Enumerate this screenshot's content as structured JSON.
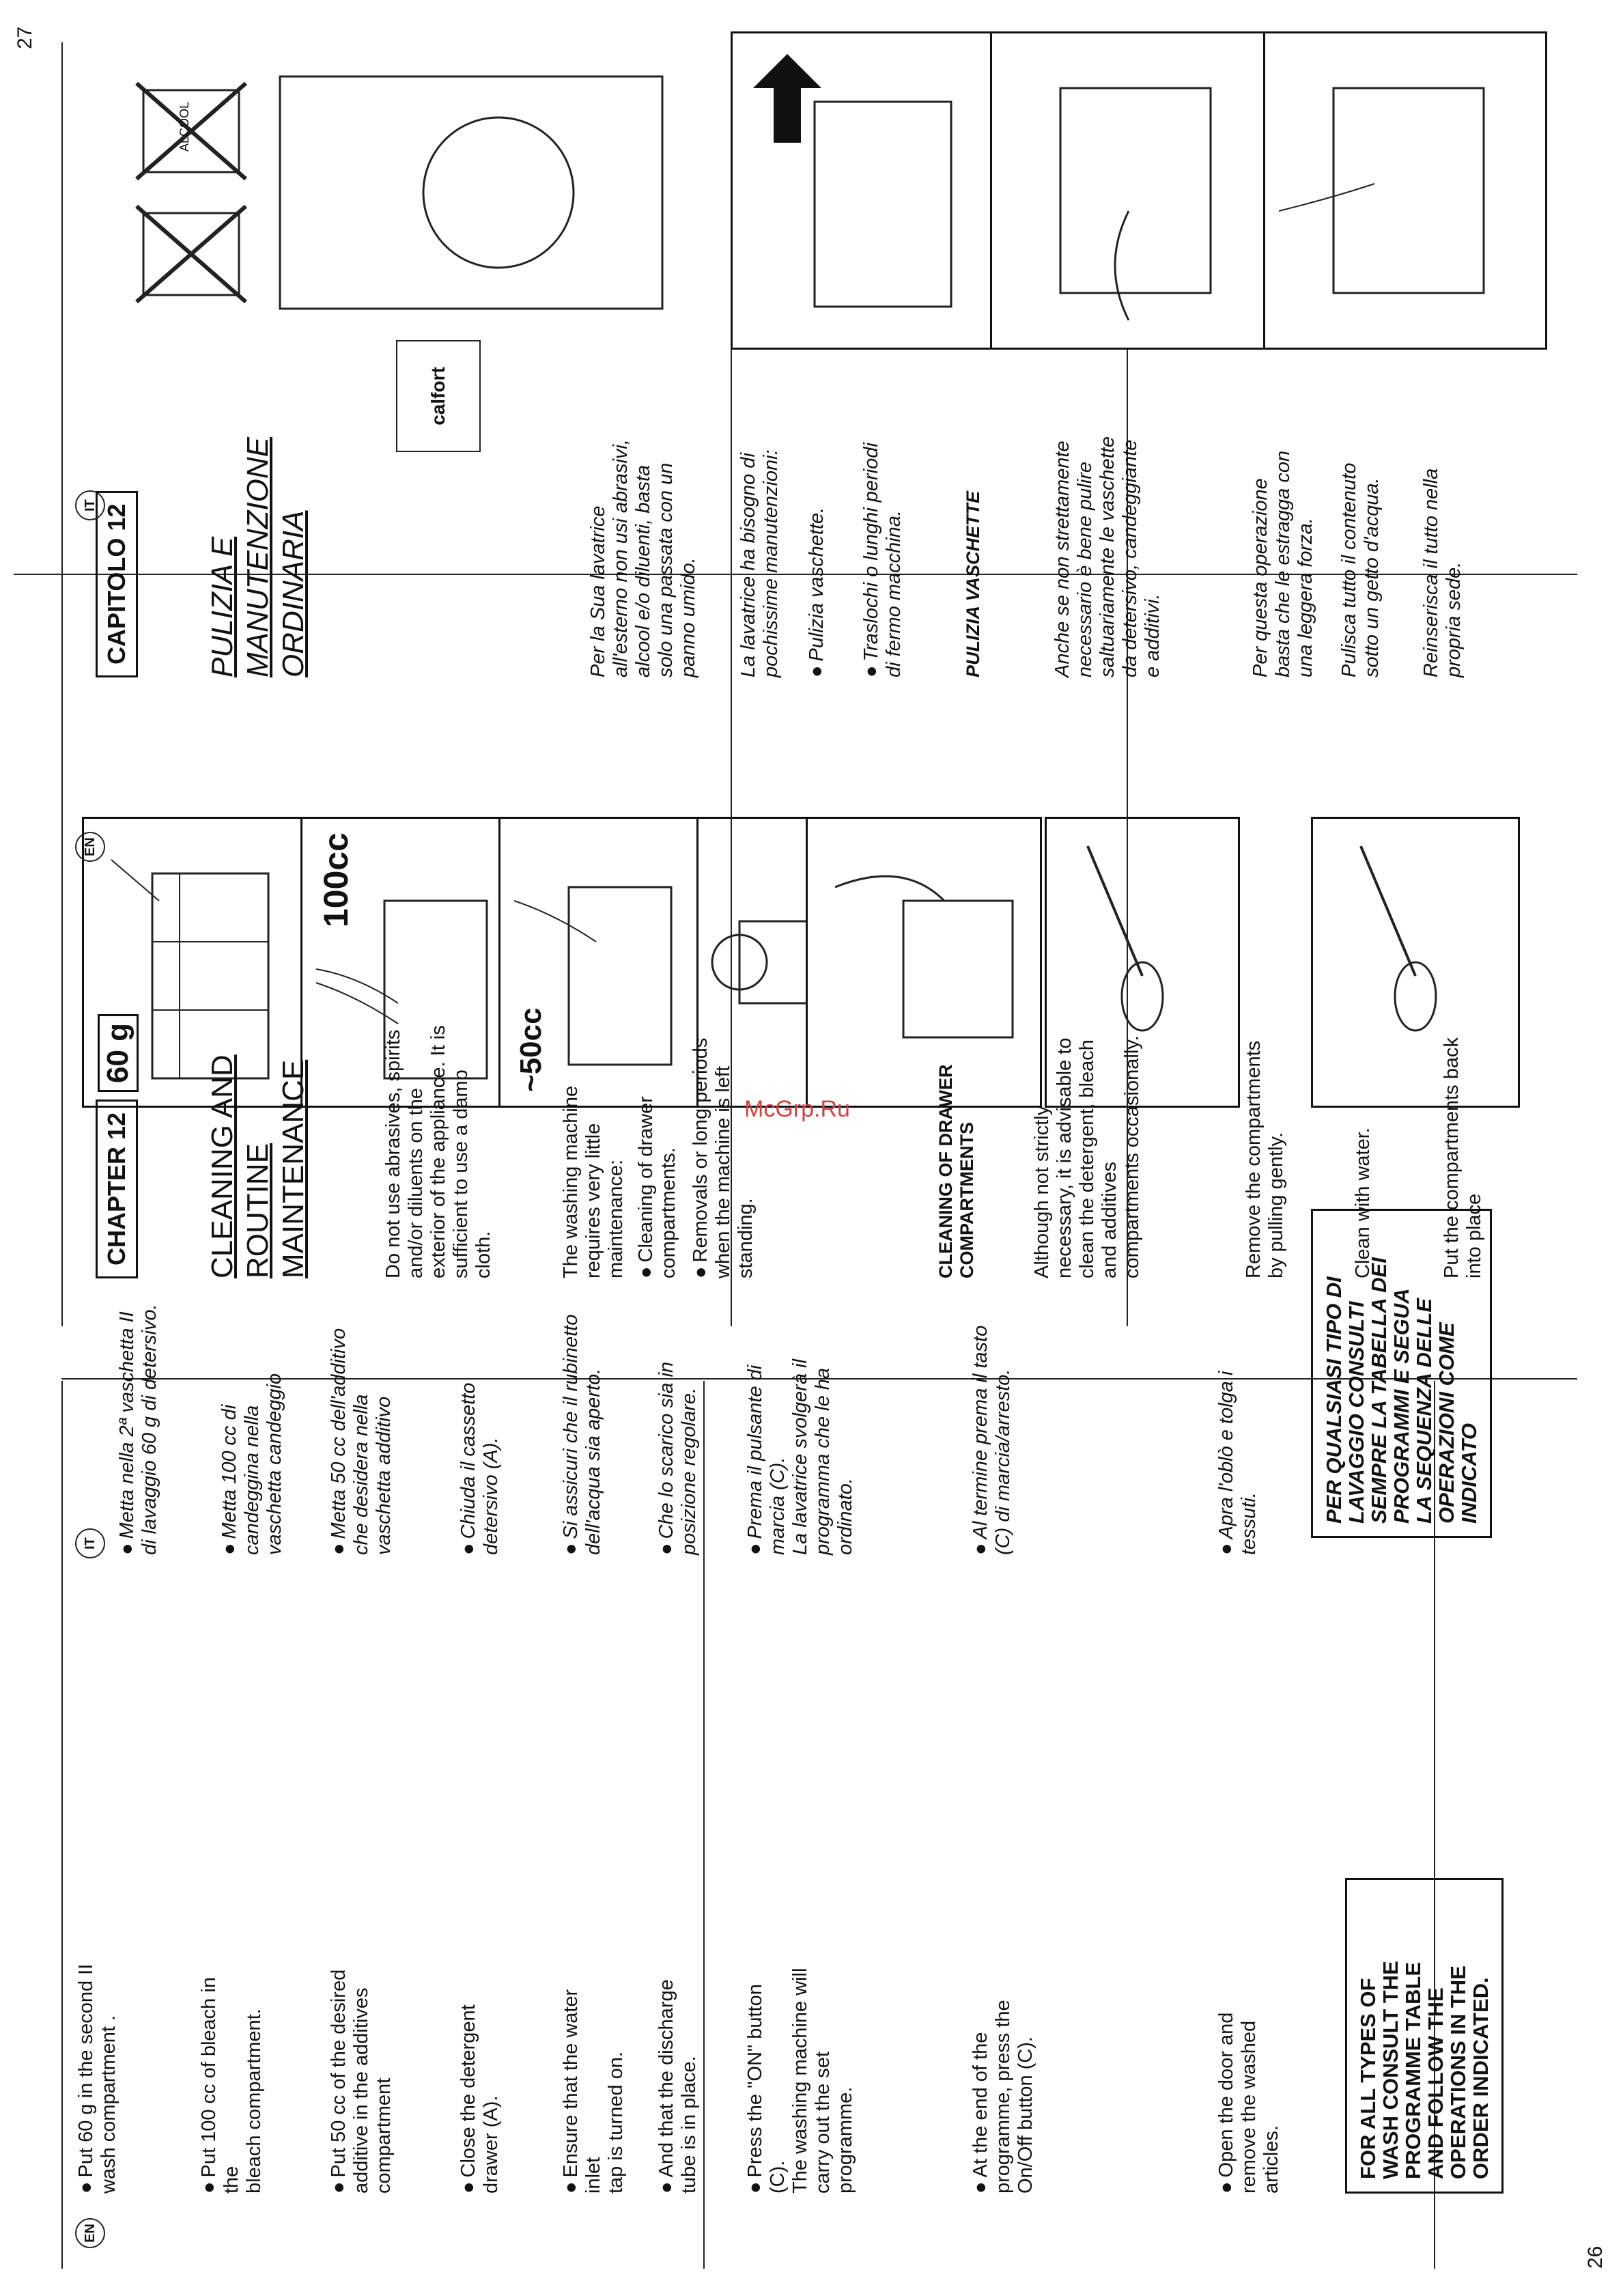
{
  "watermark": "McGrp.Ru",
  "page_numbers": {
    "left": "26",
    "right": "27"
  },
  "flags": {
    "en": "EN",
    "it": "IT"
  },
  "left_page": {
    "en_steps": [
      "Put 60 g in the second II\nwash compartment .",
      "Put 100 cc of bleach in the\nbleach compartment.",
      "Put 50 cc of the desired\nadditive  in the additives\ncompartment",
      "Close the detergent\ndrawer (A).",
      "Ensure that the water inlet\ntap is turned on.",
      "And that the discharge\ntube is in place.",
      "Press the \"ON\" button (C).\nThe washing machine will\ncarry out the set\nprogramme.",
      "At the end of the\nprogramme, press the\nOn/Off button (C).",
      "Open the door and\nremove the washed articles."
    ],
    "it_steps": [
      "Metta nella 2ª vaschetta II\ndi lavaggio 60 g di detersivo.",
      "Metta 100 cc di\ncandeggina  nella\nvaschetta candeggio",
      "Metta 50 cc dell'additivo\nche desidera nella\nvaschetta additivo",
      "Chiuda il cassetto\ndetersivo (A).",
      "Si assicuri che il rubinetto\ndell'acqua sia aperto.",
      "Che lo scarico sia in\nposizione regolare.",
      "Prema il pulsante di\nmarcia (C).\nLa lavatrice svolgerà il\nprogramma che le ha\nordinato.",
      "Al termine prema il tasto\n(C) di marcia/arresto.",
      "Apra l'oblò e tolga i\ntessuti."
    ],
    "en_warning": "FOR ALL TYPES OF\nWASH CONSULT THE\nPROGRAMME TABLE\nAND FOLLOW THE\nOPERATIONS IN THE\nORDER INDICATED.",
    "it_warning": "PER QUALSIASI TIPO DI\nLAVAGGIO CONSULTI\nSEMPRE LA TABELLA DEI\nPROGRAMMI E SEGUA\nLA SEQUENZA DELLE\nOPERAZIONI COME\nINDICATO",
    "figure_labels": {
      "dose1": "60 g",
      "dose2": "100cc",
      "dose3": "~50cc"
    }
  },
  "right_page": {
    "en": {
      "chapter": "CHAPTER 12",
      "title": "CLEANING AND\nROUTINE\nMAINTENANCE",
      "p1": "Do not use abrasives, spirits\nand/or diluents on the\nexterior of the appliance. It is\nsufficient to use a damp\ncloth.",
      "p2": "The washing machine\nrequires very little\nmaintenance:",
      "b1": "Cleaning of drawer\ncompartments.",
      "b2": "Removals or long periods\nwhen the machine is left\nstanding.",
      "subhead": "CLEANING OF DRAWER\nCOMPARTMENTS",
      "p3": "Although not strictly\nnecessary, it is advisable to\nclean the detergent, bleach\nand additives\ncompartments occasionally.",
      "p4": "Remove the compartments\nby pulling gently.",
      "p5": "Clean with water.",
      "p6": "Put the compartments back\ninto place"
    },
    "it": {
      "chapter": "CAPITOLO 12",
      "title": "PULIZIA E\nMANUTENZIONE\nORDINARIA",
      "p1": "Per la Sua lavatrice\nall'esterno non usi abrasivi,\nalcool e/o diluenti, basta\nsolo una passata con un\npanno umido.",
      "p2": "La lavatrice ha bisogno di\npochissime manutenzioni:",
      "b1": "Pulizia vaschette.",
      "b2": "Traslochi o lunghi periodi\ndi fermo macchina.",
      "subhead": "PULIZIA VASCHETTE",
      "p3": "Anche se non strettamente\nnecessario è bene pulire\nsaltuariamente le vaschette\nda detersivo, candeggiante\ne additivi.",
      "p4": "Per questa operazione\nbasta che le estragga con\nuna leggera forza.",
      "p5": "Pulisca tutto il contenuto\nsotto un getto d'acqua.",
      "p6": "Reinserisca il tutto nella\npropria sede."
    },
    "product_label": "calfort",
    "alcohol_label": "ALCOOL"
  }
}
